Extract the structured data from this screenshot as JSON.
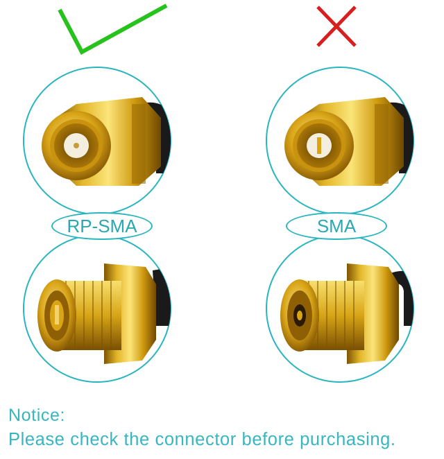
{
  "labels": {
    "left": "RP-SMA",
    "right": "SMA"
  },
  "notice": {
    "title": "Notice:",
    "text": "Please check the connector before purchasing."
  },
  "icons": {
    "correct": "check-mark-icon",
    "wrong": "cross-mark-icon"
  },
  "colors": {
    "teal": "#29b5bf",
    "check_green": "#27c21d",
    "cross_red": "#d81f1f",
    "gold": "#d4a20e",
    "gold_dark": "#8a5d05",
    "gold_light": "#f6da63",
    "cable": "#1a1a1a"
  }
}
